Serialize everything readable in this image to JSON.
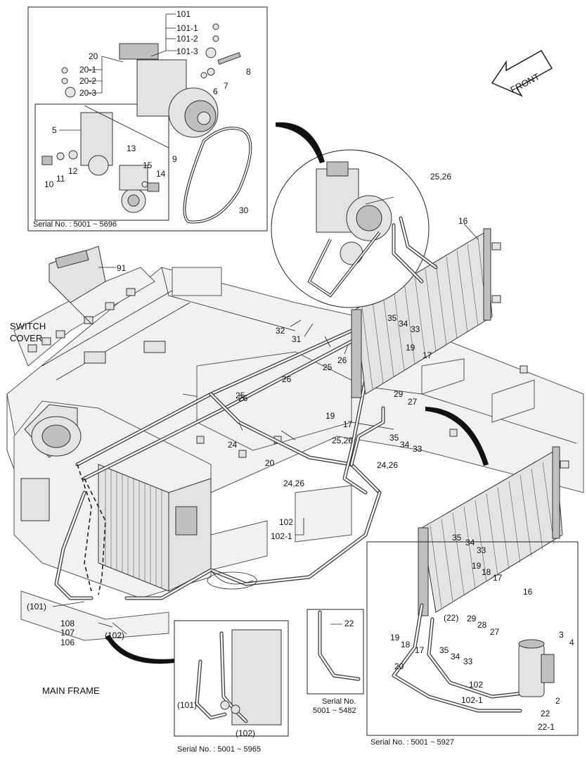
{
  "labels": {
    "l101": "101",
    "l101_1": "101-1",
    "l101_2": "101-2",
    "l101_3": "101-3",
    "l20": "20",
    "l20_1": "20-1",
    "l20_2": "20-2",
    "l20_3": "20-3",
    "l8": "8",
    "l7": "7",
    "l6": "6",
    "l9": "9",
    "l5": "5",
    "l13": "13",
    "l15": "15",
    "l14": "14",
    "l12": "12",
    "l11": "11",
    "l10": "10",
    "l30": "30",
    "l91": "91",
    "l25_26_top": "25,26",
    "l16_top": "16",
    "l32": "32",
    "l31": "31",
    "l25_a": "25",
    "l26_a": "26",
    "l35_a": "35",
    "l34_a": "34",
    "l33_a": "33",
    "l19_a": "19",
    "l17_a": "17",
    "l29_a": "29",
    "l27_a": "27",
    "l26_b": "26",
    "l25_b": "25",
    "l26_c": "26",
    "l19_b": "19",
    "l17_b": "17",
    "l35_b": "35",
    "l34_b": "34",
    "l33_b": "33",
    "l24_a": "24",
    "l20_mid": "20",
    "l25_26_mid": "25,26",
    "l24_26_a": "24,26",
    "l24_26_b": "24,26",
    "l102_a": "102",
    "l102_1_a": "102-1",
    "l101_p": "(101)",
    "l108": "108",
    "l107": "107",
    "l106": "106",
    "l102_p": "(102)",
    "l101_p_inset": "(101)",
    "l102_p_inset": "(102)",
    "l22_inset": "22",
    "l35_c": "35",
    "l34_c": "34",
    "l33_c": "33",
    "l19_c": "19",
    "l18_c": "18",
    "l17_c": "17",
    "l16_c": "16",
    "l22_p": "(22)",
    "l29_c": "29",
    "l28_c": "28",
    "l27_c": "27",
    "l19_d": "19",
    "l18_d": "18",
    "l17_d": "17",
    "l35_d": "35",
    "l34_d": "34",
    "l33_d": "33",
    "l3": "3",
    "l4": "4",
    "l20_r": "20",
    "l102_r": "102",
    "l102_1_r": "102-1",
    "l2": "2",
    "l22_r": "22",
    "l22_1_r": "22-1"
  },
  "captions": {
    "switch_line1": "SWITCH",
    "switch_line2": "COVER",
    "main_frame": "MAIN FRAME",
    "front": "FRONT"
  },
  "serials": {
    "top_left": "Serial No. : 5001 ~ 5696",
    "bottom_mid": "Serial No. : 5001 ~ 5965",
    "small_line1": "Serial No.",
    "small_line2": "5001 ~ 5482",
    "bottom_right": "Serial No. : 5001 ~ 5927"
  }
}
